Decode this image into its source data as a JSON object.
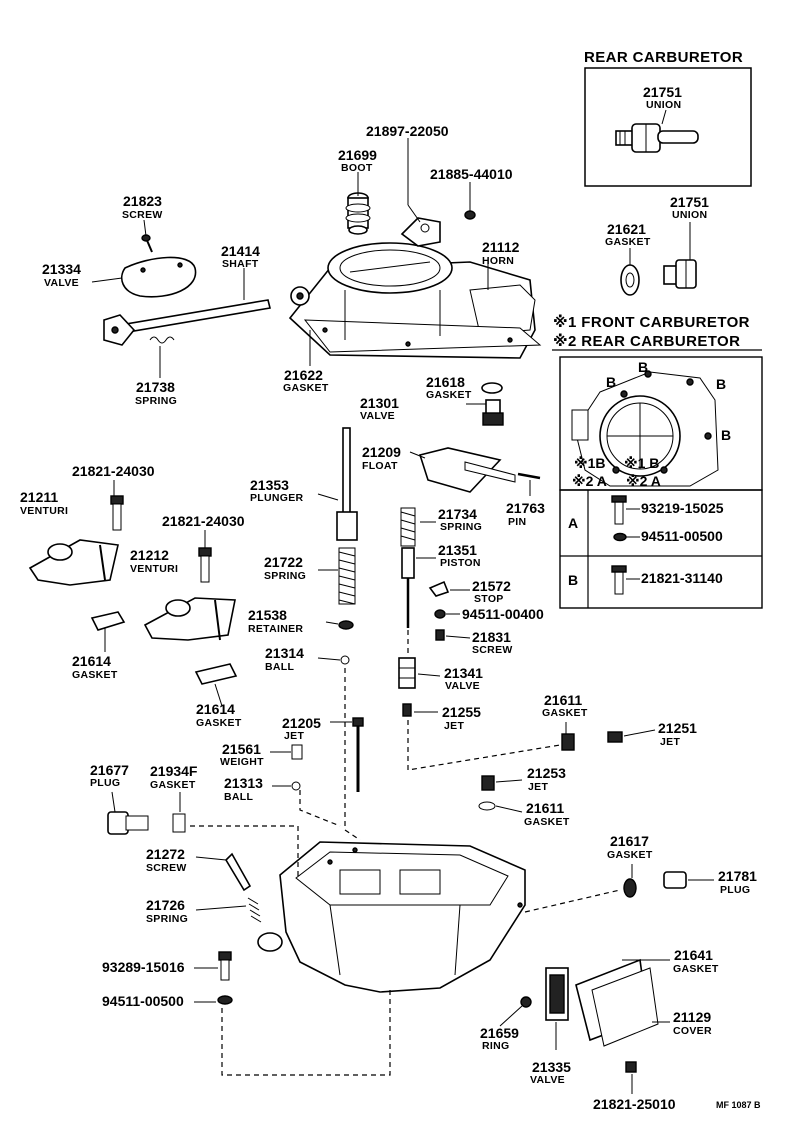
{
  "rear_carb_box": {
    "title": "REAR CARBURETOR",
    "part_no": "21751",
    "name": "UNION"
  },
  "notes": {
    "front": "※1 FRONT CARBURETOR",
    "rear": "※2 REAR CARBURETOR"
  },
  "bolt_view_labels": {
    "b1": "B",
    "b2": "B",
    "b3": "B",
    "b4": "B",
    "ib": "※1B",
    "a2": "※2 A",
    "b1x": "※1 B",
    "a2x": "※2 A"
  },
  "table": {
    "rows": [
      {
        "key": "A",
        "parts": [
          "93219-15025",
          "94511-00500"
        ]
      },
      {
        "key": "B",
        "parts": [
          "21821-31140"
        ]
      }
    ]
  },
  "labels": {
    "l21897": {
      "no": "21897-22050",
      "name": ""
    },
    "l21699": {
      "no": "21699",
      "name": "BOOT"
    },
    "l21885": {
      "no": "21885-44010",
      "name": ""
    },
    "l21823": {
      "no": "21823",
      "name": "SCREW"
    },
    "l21414": {
      "no": "21414",
      "name": "SHAFT"
    },
    "l21334": {
      "no": "21334",
      "name": "VALVE"
    },
    "l21112": {
      "no": "21112",
      "name": "HORN"
    },
    "l21621": {
      "no": "21621",
      "name": "GASKET"
    },
    "l21751b": {
      "no": "21751",
      "name": "UNION"
    },
    "l21738": {
      "no": "21738",
      "name": "SPRING"
    },
    "l21622": {
      "no": "21622",
      "name": "GASKET"
    },
    "l21618": {
      "no": "21618",
      "name": "GASKET"
    },
    "l21301": {
      "no": "21301",
      "name": "VALVE"
    },
    "l21209": {
      "no": "21209",
      "name": "FLOAT"
    },
    "l21353": {
      "no": "21353",
      "name": "PLUNGER"
    },
    "l21763": {
      "no": "21763",
      "name": "PIN"
    },
    "l21821a": {
      "no": "21821-24030",
      "name": ""
    },
    "l21211": {
      "no": "21211",
      "name": "VENTURI"
    },
    "l21821b": {
      "no": "21821-24030",
      "name": ""
    },
    "l21212": {
      "no": "21212",
      "name": "VENTURI"
    },
    "l21734": {
      "no": "21734",
      "name": "SPRING"
    },
    "l21722": {
      "no": "21722",
      "name": "SPRING"
    },
    "l21351": {
      "no": "21351",
      "name": "PISTON"
    },
    "l21572": {
      "no": "21572",
      "name": "STOP"
    },
    "l94511a": {
      "no": "94511-00400",
      "name": ""
    },
    "l21538": {
      "no": "21538",
      "name": "RETAINER"
    },
    "l21831": {
      "no": "21831",
      "name": "SCREW"
    },
    "l21614a": {
      "no": "21614",
      "name": "GASKET"
    },
    "l21314": {
      "no": "21314",
      "name": "BALL"
    },
    "l21341": {
      "no": "21341",
      "name": "VALVE"
    },
    "l21614b": {
      "no": "21614",
      "name": "GASKET"
    },
    "l21255": {
      "no": "21255",
      "name": "JET"
    },
    "l21611a": {
      "no": "21611",
      "name": "GASKET"
    },
    "l21205": {
      "no": "21205",
      "name": "JET"
    },
    "l21251": {
      "no": "21251",
      "name": "JET"
    },
    "l21561": {
      "no": "21561",
      "name": "WEIGHT"
    },
    "l21677": {
      "no": "21677",
      "name": "PLUG"
    },
    "l21934": {
      "no": "21934F",
      "name": "GASKET"
    },
    "l21313": {
      "no": "21313",
      "name": "BALL"
    },
    "l21253": {
      "no": "21253",
      "name": "JET"
    },
    "l21611b": {
      "no": "21611",
      "name": "GASKET"
    },
    "l21617": {
      "no": "21617",
      "name": "GASKET"
    },
    "l21272": {
      "no": "21272",
      "name": "SCREW"
    },
    "l21781": {
      "no": "21781",
      "name": "PLUG"
    },
    "l21726": {
      "no": "21726",
      "name": "SPRING"
    },
    "l21641": {
      "no": "21641",
      "name": "GASKET"
    },
    "l93289": {
      "no": "93289-15016",
      "name": ""
    },
    "l94511b": {
      "no": "94511-00500",
      "name": ""
    },
    "l21129": {
      "no": "21129",
      "name": "COVER"
    },
    "l21659": {
      "no": "21659",
      "name": "RING"
    },
    "l21335": {
      "no": "21335",
      "name": "VALVE"
    },
    "l21821c": {
      "no": "21821-25010",
      "name": ""
    }
  },
  "footer_code": "MF 1087 B"
}
